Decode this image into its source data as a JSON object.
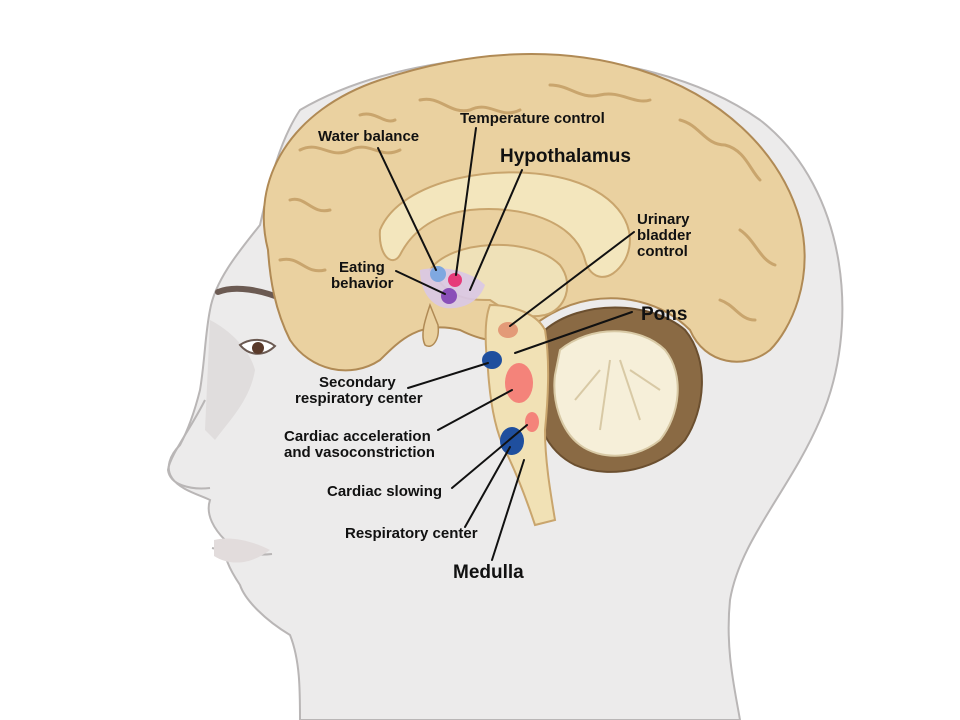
{
  "labels": {
    "water_balance": "Water balance",
    "temperature_control": "Temperature control",
    "hypothalamus": "Hypothalamus",
    "urinary_1": "Urinary",
    "urinary_2": "bladder",
    "urinary_3": "control",
    "eating_1": "Eating",
    "eating_2": "behavior",
    "pons": "Pons",
    "secondary_1": "Secondary",
    "secondary_2": "respiratory center",
    "cardiac_acc_1": "Cardiac acceleration",
    "cardiac_acc_2": "and vasoconstriction",
    "cardiac_slowing": "Cardiac slowing",
    "respiratory_center": "Respiratory center",
    "medulla": "Medulla"
  },
  "colors": {
    "skin": "#ecebeb",
    "skin_shadow": "#c9c7c7",
    "cerebrum": "#ead1a0",
    "cerebrum_fold": "#c9a56d",
    "corpus": "#f3e6bd",
    "brainstem": "#f1e1b5",
    "cerebellum": "#f6efd9",
    "cerebellum_dark": "#8a6a44",
    "center_red": "#f4837a",
    "center_blue": "#1f4f9e",
    "center_pink": "#e63b7a",
    "center_purple": "#8a4fb8",
    "center_lightblue": "#7fa8e0"
  }
}
